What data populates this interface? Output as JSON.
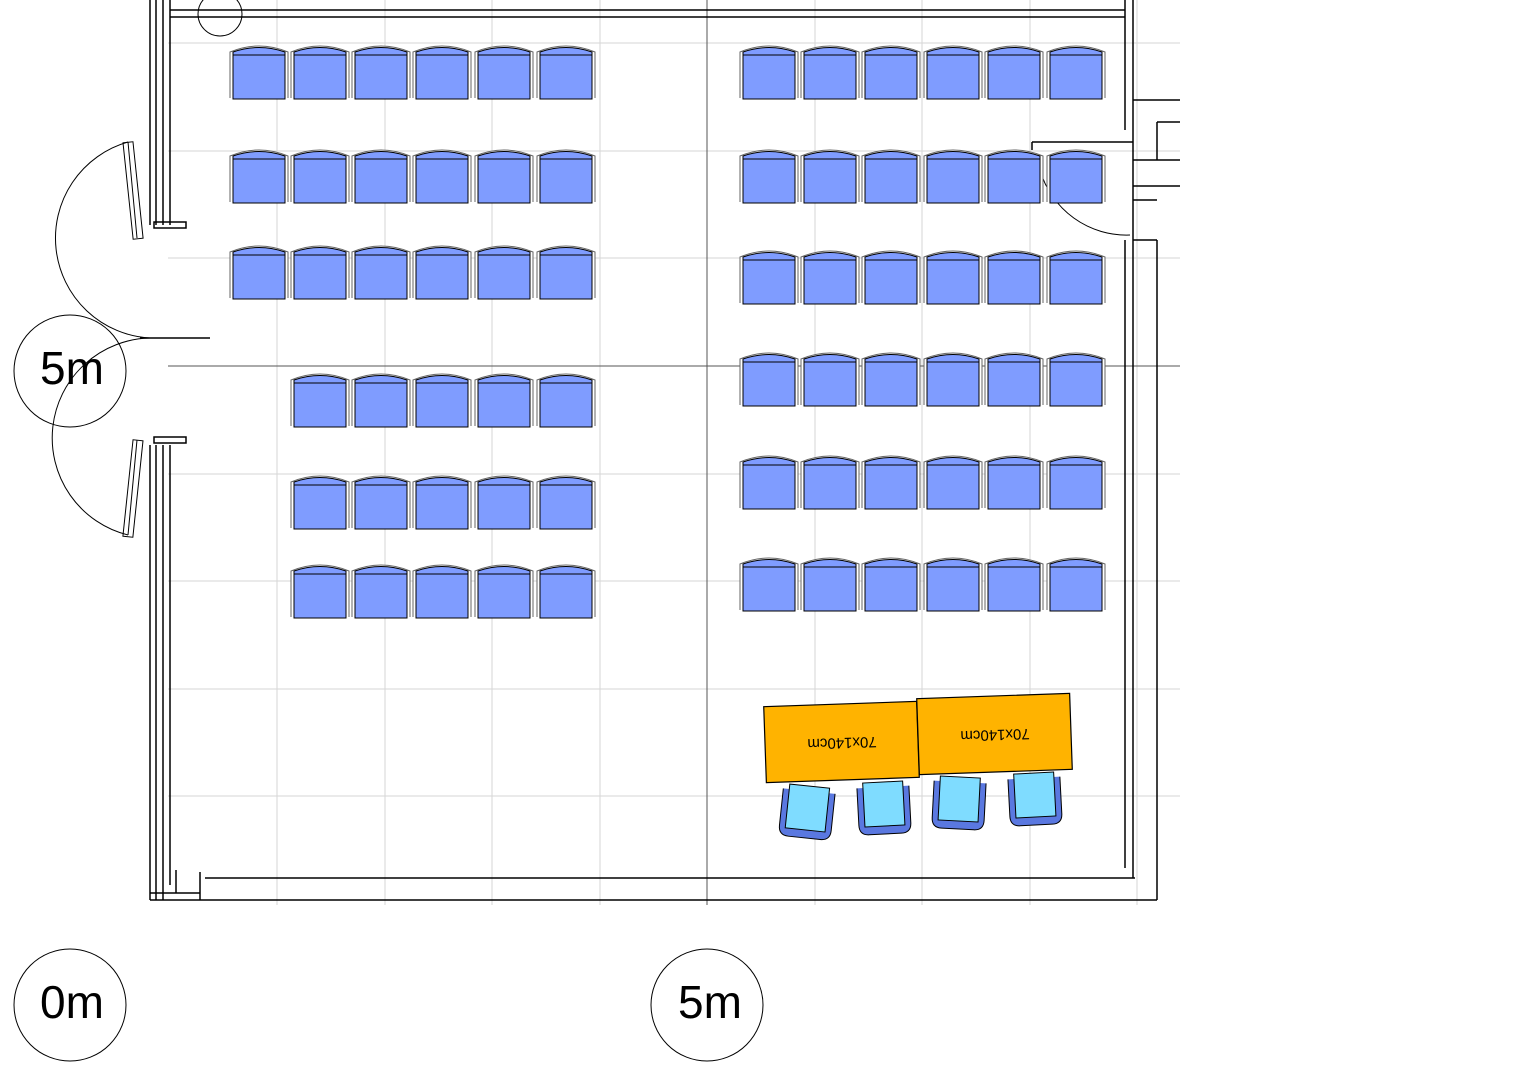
{
  "plan": {
    "title": "",
    "markers": {
      "vertical_5m": "5m",
      "horizontal_0m": "0m",
      "horizontal_5m": "5m"
    },
    "tables": [
      {
        "label": "70x140cm"
      },
      {
        "label": "70x140cm"
      }
    ],
    "seating": {
      "left_block_rows": [
        6,
        6,
        6,
        5,
        5,
        5
      ],
      "right_block_rows": [
        6,
        6,
        6,
        6,
        6,
        6
      ],
      "table_chairs": 4
    },
    "colors": {
      "audience_chair": "#7f9cff",
      "table_chair": "#7fdcff",
      "table": "#ffb300",
      "wall": "#000000",
      "grid": "#d6d6d6"
    }
  }
}
